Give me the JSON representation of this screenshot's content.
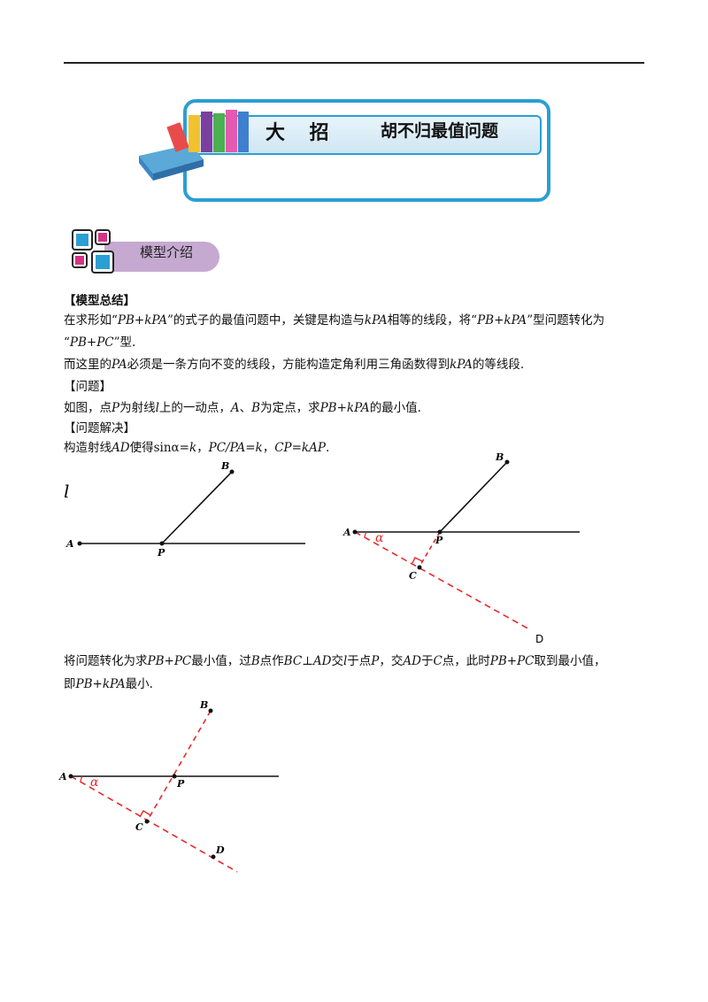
{
  "banner": {
    "big": "大 招",
    "title": "胡不归最值问题"
  },
  "section": {
    "label": "模型介绍"
  },
  "lines": {
    "summary_head": "【模型总结】",
    "p1_a": "在求形如“",
    "p1_b": "PB+kPA",
    "p1_c": "”的式子的最值问题中，关键是构造与",
    "p1_d": "kPA",
    "p1_e": "相等的线段，将“",
    "p1_f": "PB+kPA",
    "p1_g": "”型问题转化为",
    "p2_a": "“",
    "p2_b": "PB+PC",
    "p2_c": "”型.",
    "p3_a": "而这里的",
    "p3_b": "PA",
    "p3_c": "必须是一条方向不变的线段，方能构造定角利用三角函数得到",
    "p3_d": "kPA",
    "p3_e": "的等线段.",
    "q_head": "【问题】",
    "q_a": "如图，点",
    "q_b": "P",
    "q_c": "为射线",
    "q_d": "l",
    "q_e": "上的一动点，",
    "q_f": "A",
    "q_g": "、",
    "q_h": "B",
    "q_i": "为定点，求",
    "q_j": "PB+kPA",
    "q_k": "的最小值.",
    "s_head": "【问题解决】",
    "s_a": "构造射线",
    "s_b": "AD",
    "s_c": "使得",
    "s_d": "sinα=",
    "s_e": "k",
    "s_f": "，",
    "s_g": "PC/PA=k",
    "s_h": "，",
    "s_i": "CP=kAP",
    "s_j": ".",
    "t1_a": "将问题转化为求",
    "t1_b": "PB+PC",
    "t1_c": "最小值，过",
    "t1_d": "B",
    "t1_e": "点作",
    "t1_f": "BC⊥AD",
    "t1_g": "交",
    "t1_h": "l",
    "t1_i": "于点",
    "t1_j": "P",
    "t1_k": "，交",
    "t1_l": "AD",
    "t1_m": "于",
    "t1_n": "C",
    "t1_o": "点，此时",
    "t1_p": "PB+PC",
    "t1_q": "取到最小值，",
    "t2_a": "即",
    "t2_b": "PB+kPA",
    "t2_c": "最小."
  },
  "fig1": {
    "l": "l",
    "A": "A",
    "B": "B",
    "P": "P"
  },
  "fig2": {
    "A": "A",
    "B": "B",
    "P": "P",
    "C": "C",
    "D": "D",
    "alpha": "α"
  },
  "fig3": {
    "A": "A",
    "B": "B",
    "P": "P",
    "C": "C",
    "D": "D",
    "alpha": "α"
  },
  "colors": {
    "accent": "#2b9fd3",
    "section": "#c6a9d0",
    "red": "#e8282b"
  }
}
